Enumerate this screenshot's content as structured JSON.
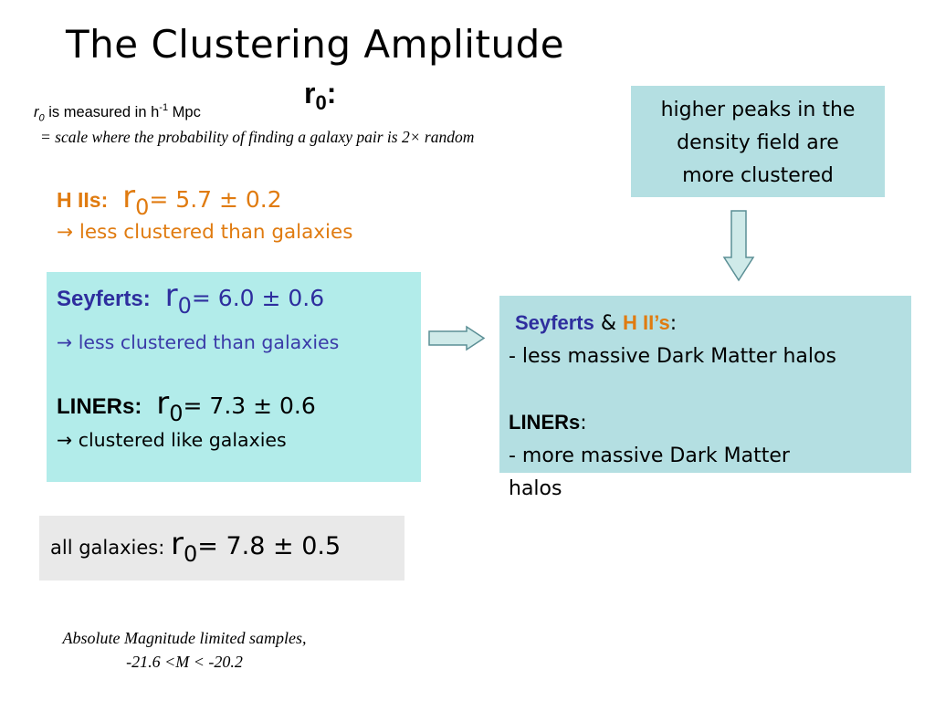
{
  "title": {
    "text": "The Clustering  Amplitude",
    "symbol": "r",
    "symbol_sub": "0",
    "symbol_tail": ":"
  },
  "definition": {
    "sym": "r",
    "sym_sub": "0",
    "measured_pre": " is measured in h",
    "measured_sup": "-1",
    "measured_post": " Mpc",
    "scale_note": "= scale where the probability of finding a galaxy pair is 2× random"
  },
  "hii": {
    "label": "H IIs:",
    "r": "r",
    "sub": "0",
    "value": "= 5.7 ± 0.2",
    "note": "→ less  clustered than galaxies"
  },
  "seyferts": {
    "label": "Seyferts:",
    "r": "r",
    "sub": "0",
    "value": "= 6.0 ± 0.6",
    "note": "→ less  clustered than galaxies"
  },
  "liners": {
    "label": "LINERs:",
    "r": "r",
    "sub": "0",
    "value": "= 7.3 ± 0.6",
    "note": "→ clustered like galaxies"
  },
  "peaks_box": {
    "line1": "higher peaks in the",
    "line2": "density field are",
    "line3": "more clustered"
  },
  "dm_box": {
    "seyferts": "Seyferts",
    "amp": " & ",
    "hiis": "H II’s",
    "colon1": ":",
    "less": "- less massive Dark Matter halos",
    "liners": "LINERs",
    "colon2": ":",
    "more1": "- more massive Dark Matter",
    "more2": "halos"
  },
  "all_galaxies": {
    "label": "all galaxies:  ",
    "r": "r",
    "sub": "0",
    "value": "= 7.8 ± 0.5"
  },
  "footnote": {
    "line1": "Absolute Magnitude limited samples,",
    "line2": "-21.6 <M < -20.2"
  },
  "colors": {
    "orange": "#e07b10",
    "blue": "#3a3aa8",
    "cyan_box": "#b2ecea",
    "teal_box": "#b4dfe2",
    "gray_box": "#e9e9e9",
    "arrow_fill": "#cfeae9",
    "arrow_stroke": "#5b8f95"
  }
}
